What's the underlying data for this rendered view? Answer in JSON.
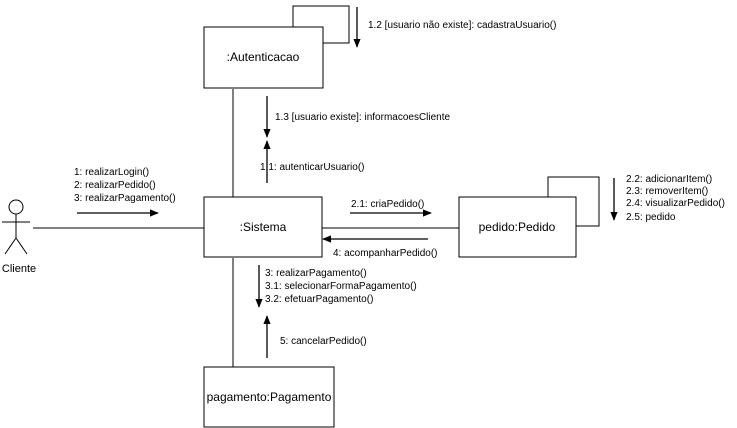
{
  "objects": {
    "autenticacao": ":Autenticacao",
    "sistema": ":Sistema",
    "pedido": "pedido:Pedido",
    "pagamento": "pagamento:Pagamento"
  },
  "actor": {
    "label": "Cliente"
  },
  "messages": {
    "autenticacao_self": [
      "1.2 [usuario não existe]: cadastraUsuario()"
    ],
    "sistema_to_autenticacao": [
      "1.1: autenticarUsuario()"
    ],
    "autenticacao_to_sistema": [
      "1.3 [usuario existe]: informacoesCliente"
    ],
    "cliente_to_sistema": [
      "1: realizarLogin()",
      "2: realizarPedido()",
      "3: realizarPagamento()"
    ],
    "sistema_to_pedido": [
      "2.1: criaPedido()"
    ],
    "pedido_to_sistema": [
      "4: acompanharPedido()"
    ],
    "pedido_self": [
      "2.2: adicionarItem()",
      "2.3: removerItem()",
      "2.4: visualizarPedido()",
      "2.5: pedido"
    ],
    "sistema_to_pagamento": [
      "3: realizarPagamento()",
      "3.1: selecionarFormaPagamento()",
      "3.2: efetuarPagamento()"
    ],
    "pagamento_to_sistema": [
      "5: cancelarPedido()"
    ]
  }
}
